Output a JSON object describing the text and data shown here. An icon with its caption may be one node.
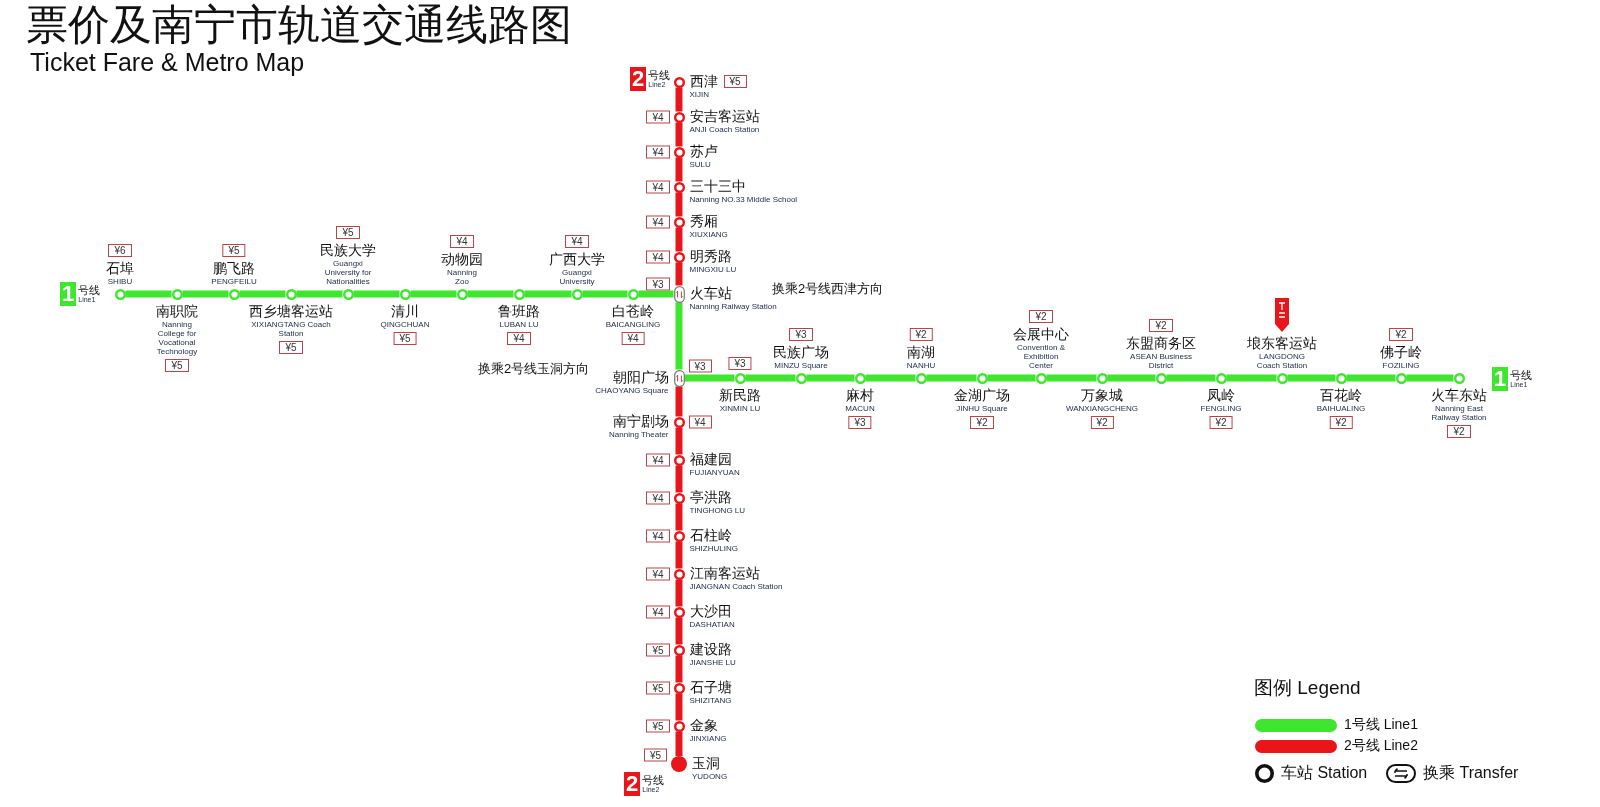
{
  "diagram": {
    "title": "票价及南宁市轨道交通线路图",
    "nodes": [
      {
        "text": [
          "1"
        ],
        "beside": [
          "号线",
          "Line1"
        ]
      },
      {
        "text": [
          "¥6",
          "石埠",
          "SHIBU"
        ]
      },
      {
        "text": [
          "南职院",
          "Nanning College for Vocational Technology",
          "¥5"
        ]
      },
      {
        "text": [
          "¥5",
          "鹏飞路",
          "PENGFEILU"
        ]
      },
      {
        "text": [
          "西乡塘客运站",
          "XIXIANGTANG Coach Station",
          "¥5"
        ]
      },
      {
        "text": [
          "¥5",
          "民族大学",
          "Guangxi University for Nationalities"
        ]
      },
      {
        "text": [
          "清川",
          "QINGCHUAN",
          "¥5"
        ]
      },
      {
        "text": [
          "¥4",
          "动物园",
          "Nanning Zoo"
        ]
      },
      {
        "text": [
          "鲁班路",
          "LUBAN LU",
          "¥4"
        ]
      },
      {
        "text": [
          "¥4",
          "广西大学",
          "Guangxi University"
        ]
      },
      {
        "text": [
          "白苍岭",
          "BAICANGLING",
          "¥4"
        ]
      },
      {
        "text": [
          "火车站",
          "Nanning Railway Station",
          "¥3"
        ]
      },
      {
        "text": [
          "朝阳广场",
          "CHAOYANG Square",
          "¥3"
        ]
      },
      {
        "text": [
          "¥3",
          "新民路",
          "XINMIN LU"
        ]
      },
      {
        "text": [
          "¥3",
          "民族广场",
          "MINZU Square"
        ]
      },
      {
        "text": [
          "麻村",
          "MACUN",
          "¥3"
        ]
      },
      {
        "text": [
          "¥2",
          "南湖",
          "NANHU"
        ]
      },
      {
        "text": [
          "金湖广场",
          "JINHU Square",
          "¥2"
        ]
      },
      {
        "text": [
          "¥2",
          "会展中心",
          "Convention & Exhibition Center"
        ]
      },
      {
        "text": [
          "万象城",
          "WANXIANGCHENG",
          "¥2"
        ]
      },
      {
        "text": [
          "¥2",
          "东盟商务区",
          "ASEAN Business District"
        ]
      },
      {
        "text": [
          "凤岭",
          "FENGLING",
          "¥2"
        ]
      },
      {
        "text": [
          "埌东客运站",
          "LANGDONG Coach Station"
        ]
      },
      {
        "text": [
          "百花岭",
          "BAIHUALING",
          "¥2"
        ]
      },
      {
        "text": [
          "¥2",
          "佛子岭",
          "FOZILING"
        ]
      },
      {
        "text": [
          "火车东站",
          "Nanning East Railway Station",
          "¥2"
        ]
      },
      {
        "text": [
          "1"
        ],
        "beside": [
          "号线",
          "Line1"
        ]
      },
      {
        "text": [
          "2"
        ],
        "beside": [
          "号线",
          "Line2"
        ]
      },
      {
        "text": [
          "西津",
          "XIJIN",
          "¥5"
        ]
      },
      {
        "text": [
          "安吉客运站",
          "ANJI Coach Station",
          "¥4"
        ]
      },
      {
        "text": [
          "苏卢",
          "SULU",
          "¥4"
        ]
      },
      {
        "text": [
          "三十三中",
          "Nanning NO.33 Middle School",
          "¥4"
        ]
      },
      {
        "text": [
          "秀厢",
          "XIUXIANG",
          "¥4"
        ]
      },
      {
        "text": [
          "明秀路",
          "MINGXIU LU",
          "¥4"
        ]
      },
      {
        "text": [
          "南宁剧场",
          "Nanning Theater",
          "¥4"
        ]
      },
      {
        "text": [
          "福建园",
          "FUJIANYUAN",
          "¥4"
        ]
      },
      {
        "text": [
          "亭洪路",
          "TINGHONG LU",
          "¥4"
        ]
      },
      {
        "text": [
          "石柱岭",
          "SHIZHULING",
          "¥4"
        ]
      },
      {
        "text": [
          "江南客运站",
          "JIANGNAN Coach Station",
          "¥4"
        ]
      },
      {
        "text": [
          "大沙田",
          "DASHATIAN",
          "¥4"
        ]
      },
      {
        "text": [
          "建设路",
          "JIANSHE LU",
          "¥5"
        ]
      },
      {
        "text": [
          "石子塘",
          "SHIZITANG",
          "¥5"
        ]
      },
      {
        "text": [
          "金象",
          "JINXIANG",
          "¥5"
        ]
      },
      {
        "text": [
          "玉洞",
          "YUDONG",
          "¥5"
        ]
      },
      {
        "text": [
          "2"
        ],
        "beside": [
          "号线",
          "Line2"
        ]
      }
    ],
    "edges": [
      {
        "from": 1,
        "to": 2,
        "arrow": "none"
      },
      {
        "from": 2,
        "to": 3,
        "arrow": "none"
      },
      {
        "from": 3,
        "to": 4,
        "arrow": "none"
      },
      {
        "from": 4,
        "to": 5,
        "arrow": "none"
      },
      {
        "from": 5,
        "to": 6,
        "arrow": "none"
      },
      {
        "from": 6,
        "to": 7,
        "arrow": "none"
      },
      {
        "from": 7,
        "to": 8,
        "arrow": "none"
      },
      {
        "from": 8,
        "to": 9,
        "arrow": "none"
      },
      {
        "from": 9,
        "to": 10,
        "arrow": "none"
      },
      {
        "from": 10,
        "to": 11,
        "arrow": "none"
      },
      {
        "from": 11,
        "to": 12,
        "arrow": "none"
      },
      {
        "from": 12,
        "to": 13,
        "arrow": "none"
      },
      {
        "from": 13,
        "to": 14,
        "arrow": "none"
      },
      {
        "from": 14,
        "to": 15,
        "arrow": "none"
      },
      {
        "from": 15,
        "to": 16,
        "arrow": "none"
      },
      {
        "from": 16,
        "to": 17,
        "arrow": "none"
      },
      {
        "from": 17,
        "to": 18,
        "arrow": "none"
      },
      {
        "from": 18,
        "to": 19,
        "arrow": "none"
      },
      {
        "from": 19,
        "to": 20,
        "arrow": "none"
      },
      {
        "from": 20,
        "to": 21,
        "arrow": "none"
      },
      {
        "from": 21,
        "to": 22,
        "arrow": "none"
      },
      {
        "from": 22,
        "to": 23,
        "arrow": "none"
      },
      {
        "from": 23,
        "to": 24,
        "arrow": "none"
      },
      {
        "from": 24,
        "to": 25,
        "arrow": "none"
      },
      {
        "from": 28,
        "to": 29,
        "arrow": "none",
        "color": "#e8161b"
      },
      {
        "from": 29,
        "to": 30,
        "arrow": "none",
        "color": "#e8161b"
      },
      {
        "from": 30,
        "to": 31,
        "arrow": "none",
        "color": "#e8161b"
      },
      {
        "from": 31,
        "to": 32,
        "arrow": "none",
        "color": "#e8161b"
      },
      {
        "from": 32,
        "to": 33,
        "arrow": "none",
        "color": "#e8161b"
      },
      {
        "from": 33,
        "to": 11,
        "arrow": "none",
        "color": "#e8161b"
      },
      {
        "from": 12,
        "to": 34,
        "arrow": "none",
        "color": "#e8161b"
      },
      {
        "from": 34,
        "to": 35,
        "arrow": "none",
        "color": "#e8161b"
      },
      {
        "from": 35,
        "to": 36,
        "arrow": "none",
        "color": "#e8161b"
      },
      {
        "from": 36,
        "to": 37,
        "arrow": "none",
        "color": "#e8161b"
      },
      {
        "from": 37,
        "to": 38,
        "arrow": "none",
        "color": "#e8161b"
      },
      {
        "from": 38,
        "to": 39,
        "arrow": "none",
        "color": "#e8161b"
      },
      {
        "from": 39,
        "to": 40,
        "arrow": "none",
        "color": "#e8161b"
      },
      {
        "from": 40,
        "to": 41,
        "arrow": "none",
        "color": "#e8161b"
      },
      {
        "from": 41,
        "to": 42,
        "arrow": "none",
        "color": "#e8161b"
      },
      {
        "from": 42,
        "to": 43,
        "arrow": "none",
        "color": "#e8161b"
      }
    ],
    "labels": [
      "Ticket Fare & Metro Map",
      "换乘2号线西津方向",
      "换乘2号线玉洞方向",
      "图例 Legend"
    ],
    "legend": [
      {
        "text": "1号线 Line1",
        "color": "#3ee62e"
      },
      {
        "text": "2号线 Line2",
        "color": "#e8161b"
      },
      {
        "text": "车站 Station"
      },
      {
        "text": "换乘 Transfer"
      }
    ]
  }
}
